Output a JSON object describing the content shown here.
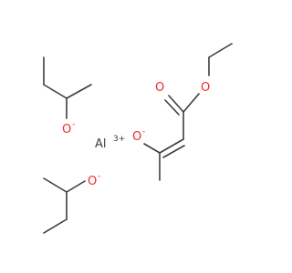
{
  "molecule": {
    "aluminum": {
      "symbol": "Al",
      "charge": "3+"
    },
    "butoxide_top": {
      "oxygen_symbol": "O",
      "charge": "-"
    },
    "butoxide_bottom": {
      "oxygen_symbol": "O",
      "charge": "-"
    },
    "acetoacetate": {
      "enolate_oxygen_symbol": "O",
      "enolate_charge": "-",
      "carbonyl_oxygen_symbol": "O",
      "ester_oxygen_symbol": "O"
    },
    "colors": {
      "bond": "#3d3d3d",
      "oxygen": "#ee2a2a",
      "aluminum": "#3d3d3d"
    }
  }
}
